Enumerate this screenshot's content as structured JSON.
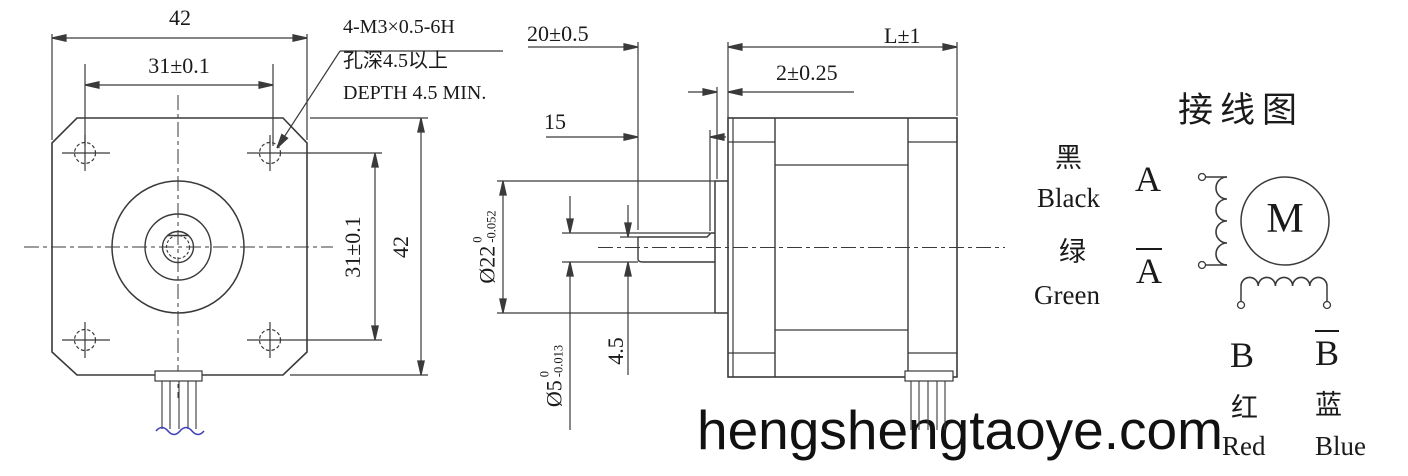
{
  "front_view": {
    "dim_width_top": "42",
    "dim_hole_spacing_h": "31±0.1",
    "dim_hole_spacing_v": "31±0.1",
    "dim_height_right": "42",
    "callout_line1": "4-M3×0.5-6H",
    "callout_line2": "孔深4.5以上",
    "callout_line3": "DEPTH 4.5 MIN."
  },
  "side_view": {
    "dim_shaft_length": "20±0.5",
    "dim_body_length": "L±1",
    "dim_boss_protrusion": "2±0.25",
    "dim_flat_length": "15",
    "dim_flat_height": "4.5",
    "dim_boss_dia": {
      "base": "Ø22",
      "tol_upper": "0",
      "tol_lower": "-0.052"
    },
    "dim_shaft_dia": {
      "base": "Ø5",
      "tol_upper": "0",
      "tol_lower": "-0.013"
    }
  },
  "wiring": {
    "title": "接线图",
    "motor_symbol": "M",
    "phase_a": {
      "cn": "黑",
      "en": "Black",
      "label": "A"
    },
    "phase_a_bar": {
      "cn": "绿",
      "en": "Green",
      "label": "A"
    },
    "phase_b": {
      "cn": "红",
      "en": "Red",
      "label": "B"
    },
    "phase_b_bar": {
      "cn": "蓝",
      "en": "Blue",
      "label": "B"
    }
  },
  "watermark": "hengshengtaoye.com",
  "colors": {
    "line": "#3a3a3a",
    "text": "#1a1a1a",
    "wire_break_blue": "#4040b8",
    "watermark": "#111111"
  }
}
